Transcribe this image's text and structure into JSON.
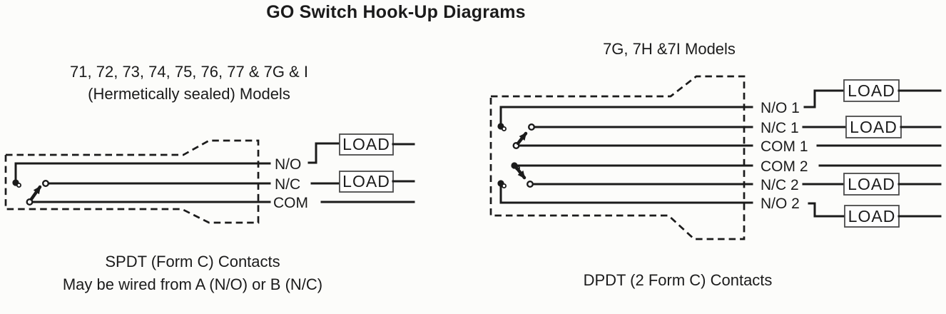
{
  "title": "GO Switch Hook-Up Diagrams",
  "colors": {
    "line": "#1b1b1b",
    "bg": "#fcfcfa",
    "box_border": "#4a4a4a"
  },
  "left": {
    "heading1": "71, 72, 73, 74, 75, 76, 77 & 7G & I",
    "heading2": "(Hermetically sealed) Models",
    "labels": {
      "no": "N/O",
      "nc": "N/C",
      "com": "COM"
    },
    "load": "LOAD",
    "caption1": "SPDT (Form C) Contacts",
    "caption2": "May be wired from A (N/O) or B (N/C)"
  },
  "right": {
    "heading": "7G, 7H &7I Models",
    "labels": {
      "no1": "N/O 1",
      "nc1": "N/C 1",
      "com1": "COM 1",
      "com2": "COM 2",
      "nc2": "N/C 2",
      "no2": "N/O 2"
    },
    "load": "LOAD",
    "caption": "DPDT (2 Form C) Contacts"
  }
}
